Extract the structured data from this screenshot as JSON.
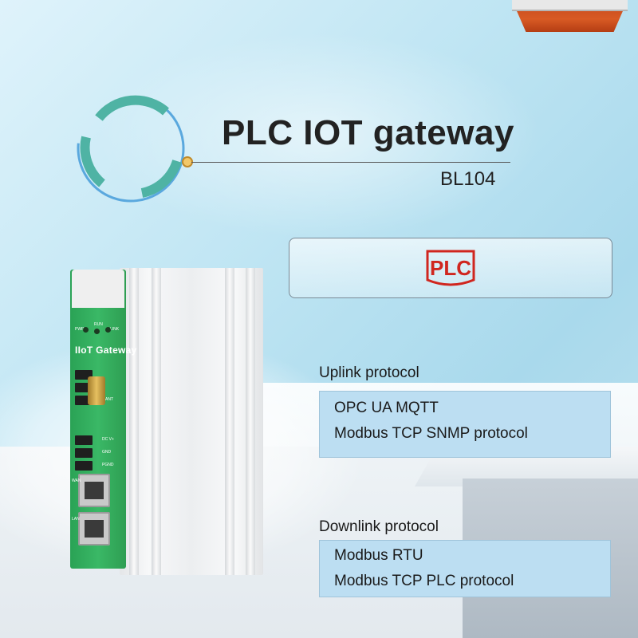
{
  "header": {
    "title": "PLC IOT gateway",
    "model": "BL104"
  },
  "logo": {
    "text": "PLC",
    "color": "#d0261f"
  },
  "device": {
    "front_label": "IIoT Gateway",
    "led_labels": [
      "PWR",
      "RUN",
      "LINK"
    ],
    "port_labels": [
      "ANT",
      "DC V+",
      "GND",
      "PGND"
    ],
    "ethernet_ports": [
      "WAN",
      "LAN"
    ]
  },
  "uplink": {
    "label": "Uplink protocol",
    "lines": [
      "OPC UA MQTT",
      "Modbus TCP SNMP protocol"
    ]
  },
  "downlink": {
    "label": "Downlink protocol",
    "lines": [
      "Modbus RTU",
      "Modbus TCP PLC protocol"
    ]
  },
  "colors": {
    "panel_bg": "#bcdef2",
    "ring_blue": "#5aa8de",
    "ring_teal": "#4fb3a4",
    "accent_red": "#c44a1e",
    "device_green": "#3ab866"
  }
}
